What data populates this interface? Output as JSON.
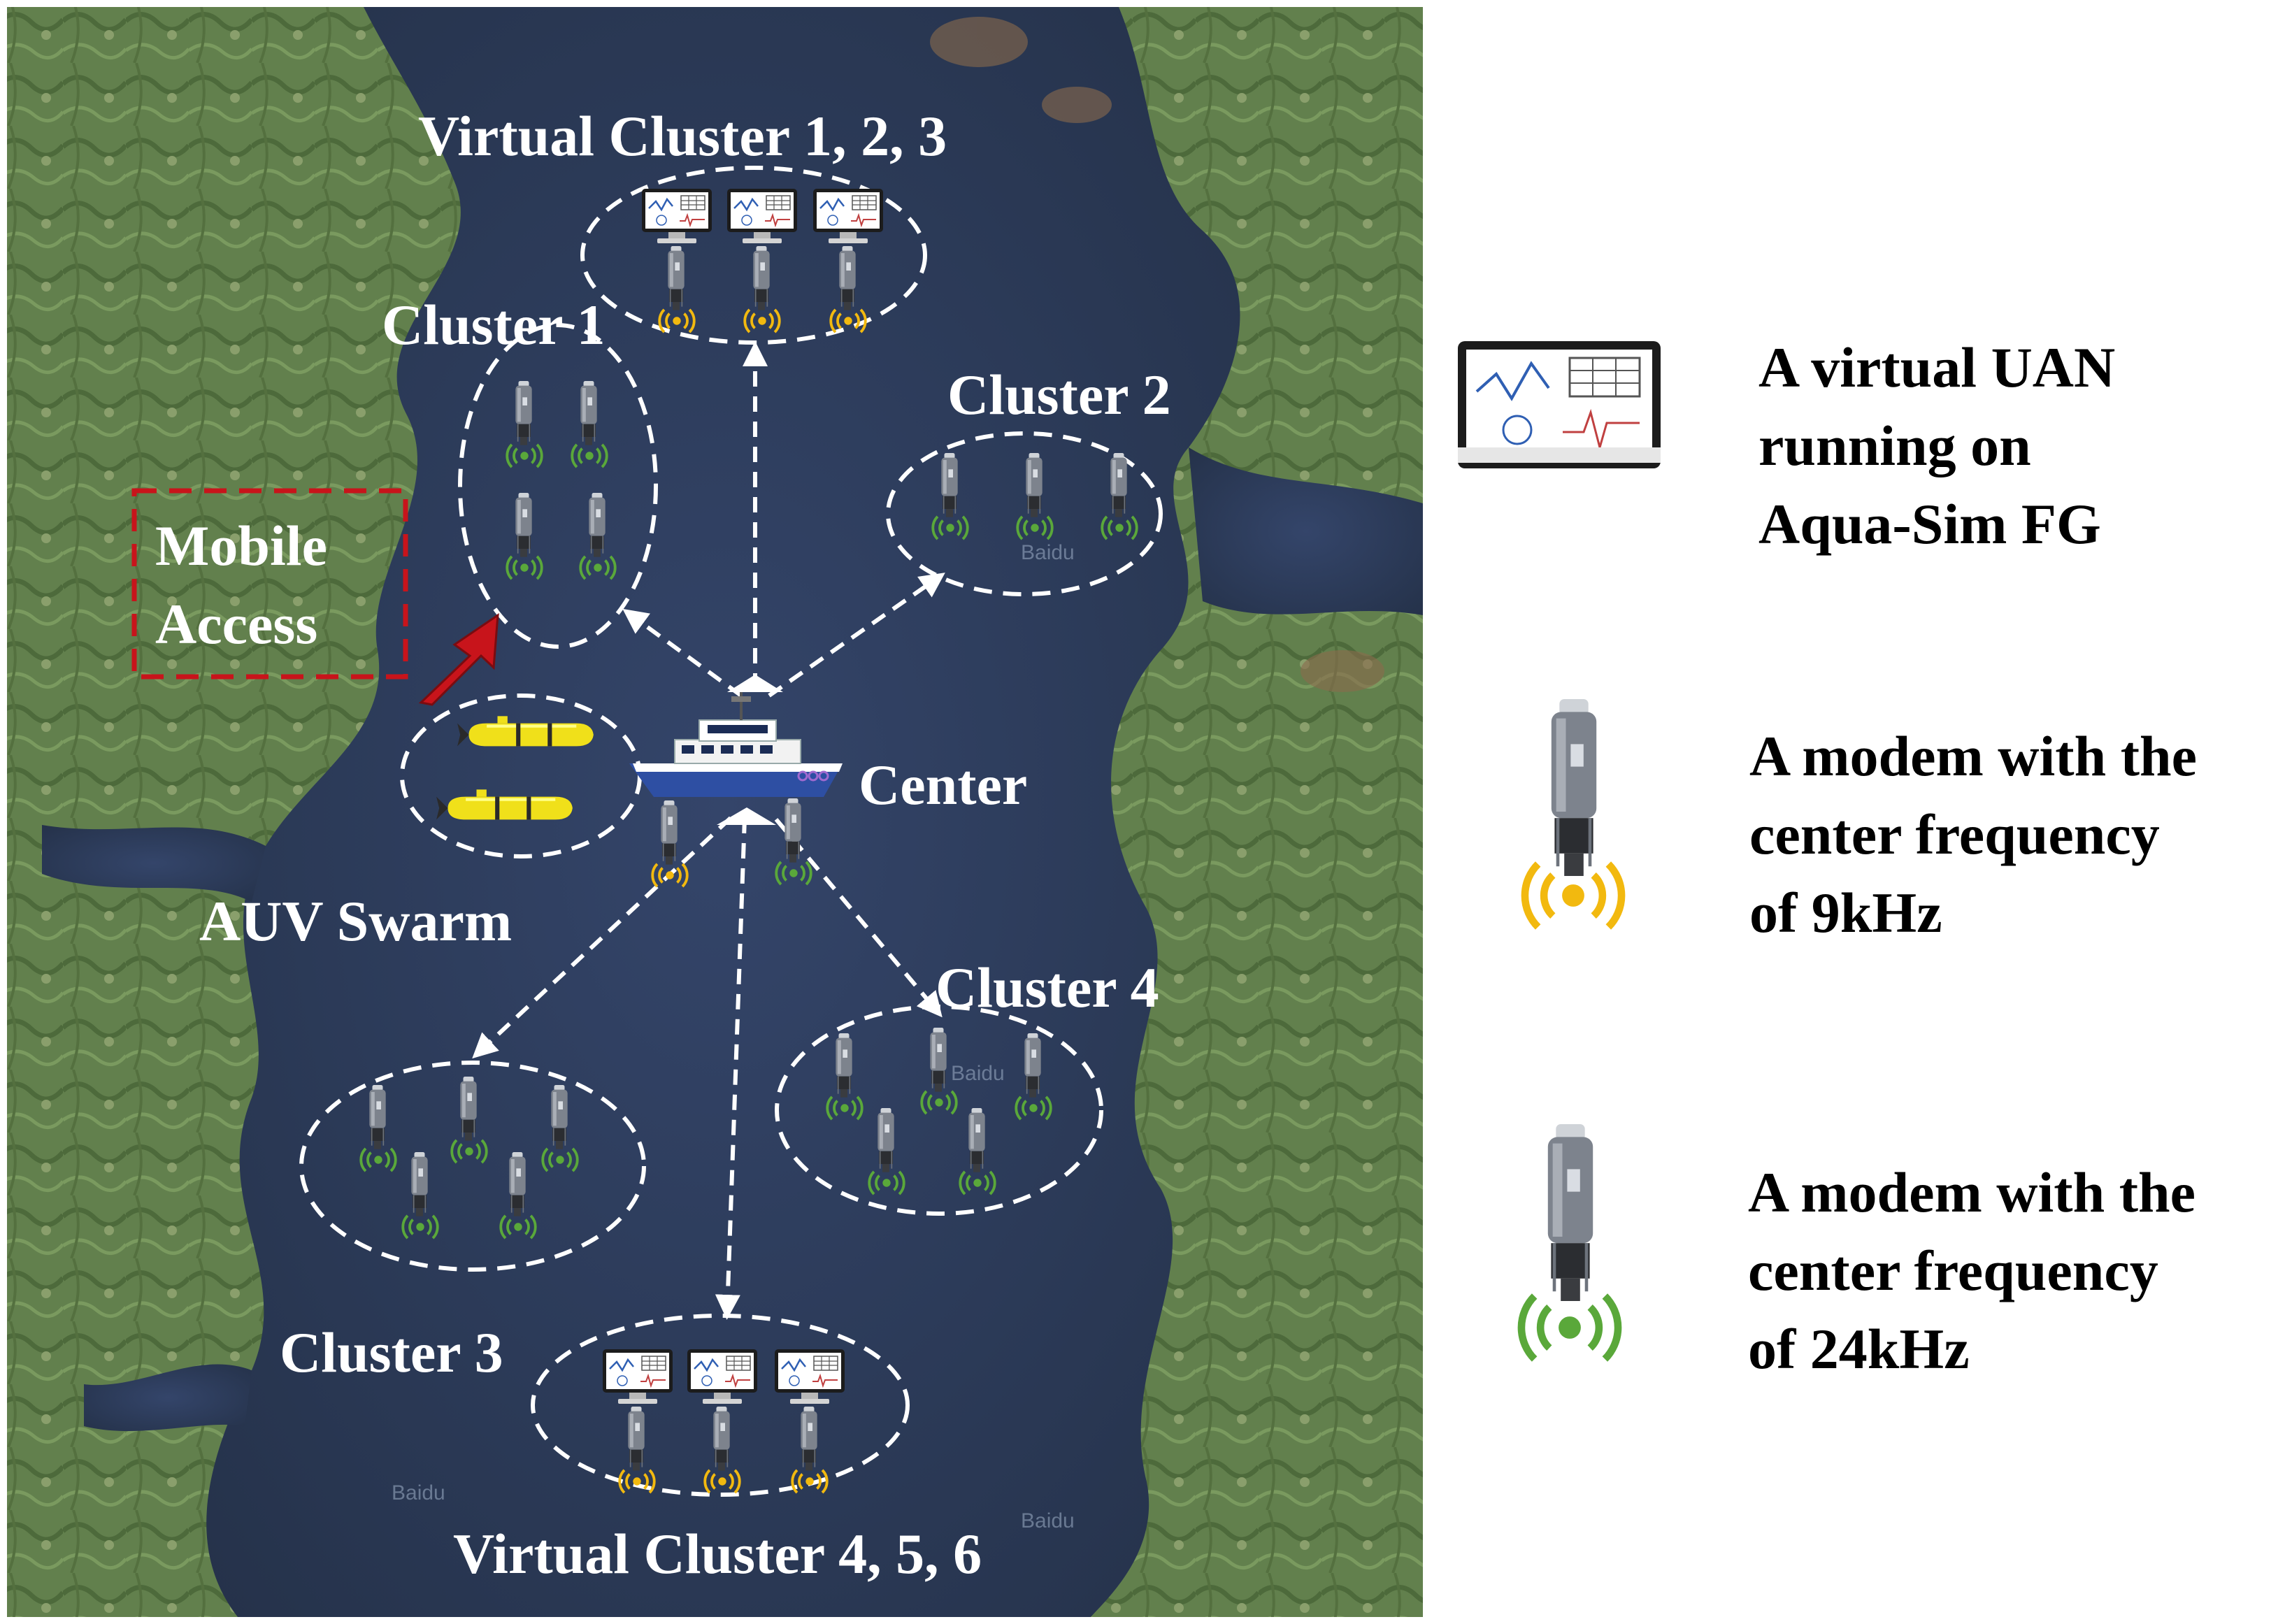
{
  "map": {
    "watermarks": [
      "Baidu",
      "Baidu",
      "Baidu",
      "Baidu"
    ]
  },
  "labels": {
    "virtual_cluster_top": "Virtual Cluster 1, 2, 3",
    "virtual_cluster_bottom": "Virtual Cluster 4, 5, 6",
    "cluster_1": "Cluster 1",
    "cluster_2": "Cluster 2",
    "cluster_3": "Cluster 3",
    "cluster_4": "Cluster 4",
    "center": "Center",
    "auv_swarm": "AUV Swarm",
    "mobile_access_line1": "Mobile",
    "mobile_access_line2": "Access"
  },
  "legend": {
    "virtual_uan": [
      "A virtual UAN",
      "running on",
      "Aqua-Sim FG"
    ],
    "modem_9khz": [
      "A modem with the",
      "center frequency",
      "of 9kHz"
    ],
    "modem_24khz": [
      "A modem with the",
      "center frequency",
      "of 24kHz"
    ]
  },
  "colors": {
    "water": "#2b3a55",
    "land": "#5e7a4c",
    "freq_9khz": "#f2b90f",
    "freq_24khz": "#5aa83a",
    "mobile_access_box": "#c8141b",
    "arrow_red": "#c8141b",
    "auv": "#f0e01a",
    "dashed": "#ffffff"
  },
  "icons": {
    "uan": "computer-monitor-icon",
    "modem": "acoustic-modem-icon",
    "auv": "auv-icon",
    "ship": "ship-icon"
  }
}
